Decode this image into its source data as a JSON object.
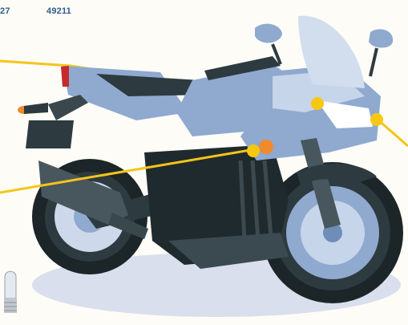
{
  "labels": {
    "part_left": "27",
    "part_right": "49211"
  },
  "colors": {
    "background": "#fdfcf7",
    "label_text": "#2e5d8c",
    "leader_line": "#f5c518",
    "marker_yellow": "#f7c80f",
    "marker_orange": "#f08a2a",
    "fairing_blue": "#8fa9cf",
    "fairing_light": "#c7d5ea",
    "frame_dark": "#2d3b40",
    "tire": "#1c2528",
    "ground_shadow": "#d9dfec"
  },
  "icons": [
    "bulb-icon",
    "motorcycle-illustration"
  ]
}
